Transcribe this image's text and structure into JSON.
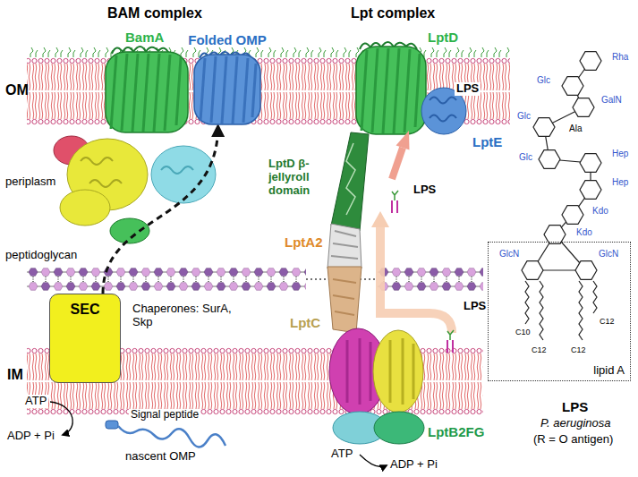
{
  "diagram": {
    "nodes": [
      {
        "text": [
          "SEC"
        ]
      },
      {
        "text": [
          "Folded OMP"
        ]
      },
      {
        "text": [
          "lipid A"
        ]
      }
    ],
    "edges": [
      {
        "from": 0,
        "to": 1,
        "arrow": "to"
      }
    ],
    "labels": [
      "BAM complex",
      "Lpt complex",
      "BamA",
      "OM",
      "periplasm",
      "peptidoglycan",
      "IM",
      "Chaperones: SurA, Skp",
      "ATP",
      "ADP + Pi",
      "Signal peptide",
      "nascent OMP",
      "LptD",
      "LPS",
      "LptE",
      "LptD β-jellyroll domain",
      "LptA2",
      "LPS",
      "LptC",
      "LPS",
      "LptB2FG",
      "ATP",
      "ADP + Pi",
      "Rha",
      "Glc",
      "GalN",
      "Glc",
      "Ala",
      "Glc",
      "Hep",
      "Hep",
      "Kdo",
      "Kdo",
      "GlcN",
      "GlcN",
      "C10",
      "C12",
      "C12",
      "C12",
      "LPS",
      "P. aeruginosa",
      "(R = O antigen)"
    ]
  }
}
